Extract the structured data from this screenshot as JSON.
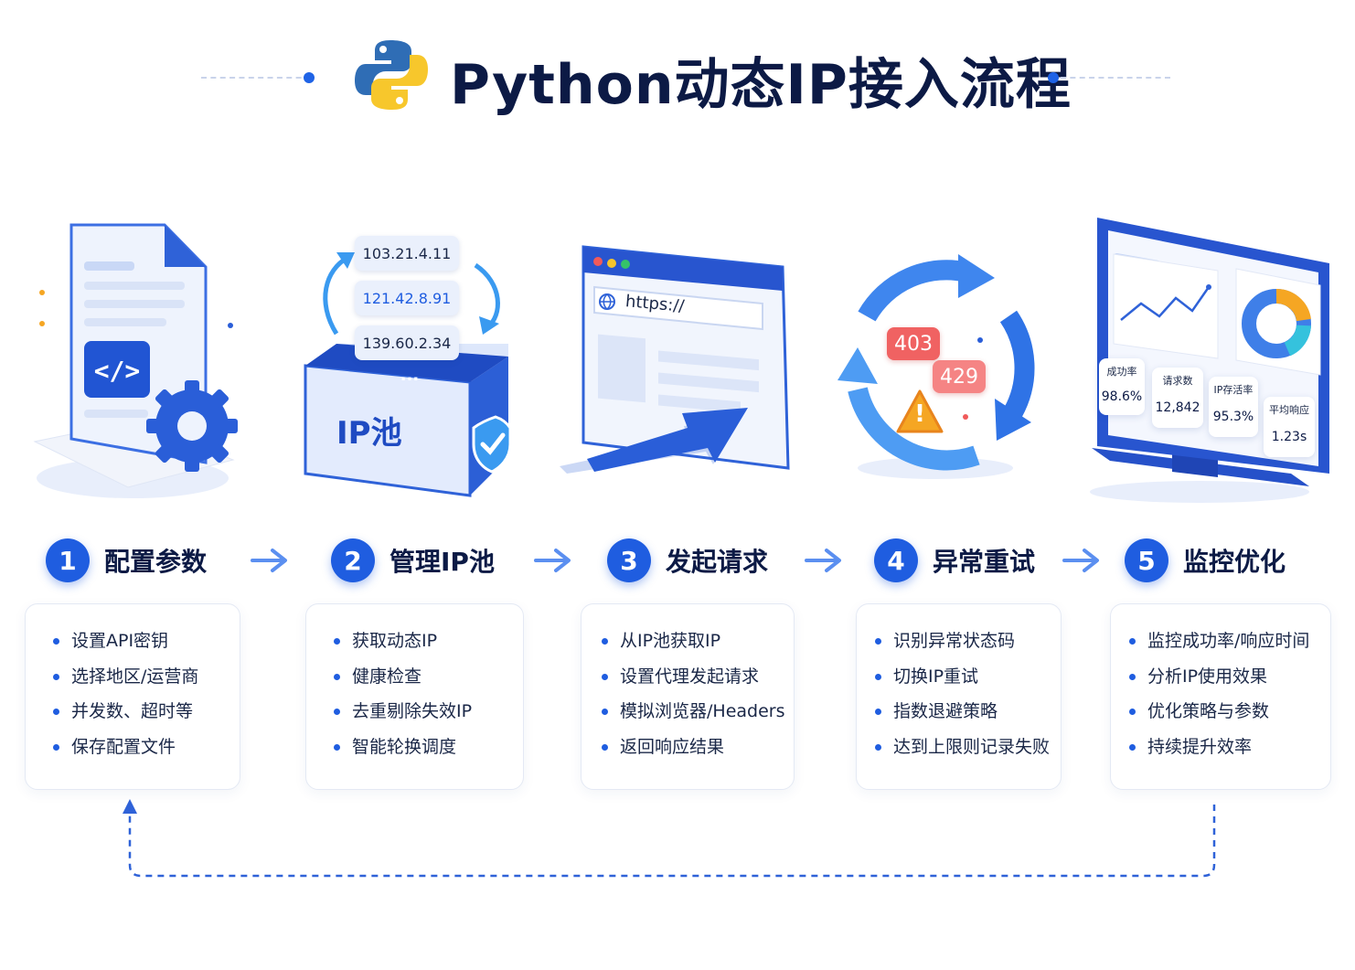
{
  "header": {
    "title": "Python动态IP接入流程"
  },
  "steps": [
    {
      "num": "1",
      "label": "配置参数",
      "items": [
        "设置API密钥",
        "选择地区/运营商",
        "并发数、超时等",
        "保存配置文件"
      ]
    },
    {
      "num": "2",
      "label": "管理IP池",
      "items": [
        "获取动态IP",
        "健康检查",
        "去重剔除失效IP",
        "智能轮换调度"
      ]
    },
    {
      "num": "3",
      "label": "发起请求",
      "items": [
        "从IP池获取IP",
        "设置代理发起请求",
        "模拟浏览器/Headers",
        "返回响应结果"
      ]
    },
    {
      "num": "4",
      "label": "异常重试",
      "items": [
        "识别异常状态码",
        "切换IP重试",
        "指数退避策略",
        "达到上限则记录失败"
      ]
    },
    {
      "num": "5",
      "label": "监控优化",
      "items": [
        "监控成功率/响应时间",
        "分析IP使用效果",
        "优化策略与参数",
        "持续提升效率"
      ]
    }
  ],
  "illustrations": {
    "ip_pool": {
      "ips": [
        "103.21.4.11",
        "121.42.8.91",
        "139.60.2.34"
      ],
      "box_label": "IP池",
      "dots": "..."
    },
    "browser": {
      "url": "https://"
    },
    "retry": {
      "codes": [
        "403",
        "429"
      ],
      "warning": "!"
    },
    "dashboard": {
      "metrics": [
        {
          "label": "成功率",
          "value": "98.6%"
        },
        {
          "label": "请求数",
          "value": "12,842"
        },
        {
          "label": "IP存活率",
          "value": "95.3%"
        },
        {
          "label": "平均响应",
          "value": "1.23s"
        }
      ]
    }
  },
  "colors": {
    "primary": "#1f5de0",
    "dark": "#0c1a45",
    "light_blue": "#dfe8fb",
    "red": "#f05a5a",
    "orange": "#f5a623"
  }
}
